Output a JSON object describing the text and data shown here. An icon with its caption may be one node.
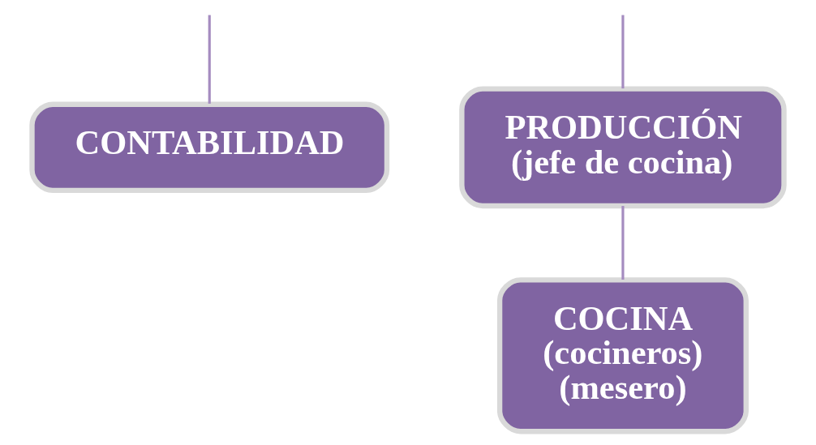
{
  "diagram": {
    "nodes": [
      {
        "text": [
          "CONTABILIDAD"
        ]
      },
      {
        "text": [
          "PRODUCCIÓN",
          "(jefe de cocina)"
        ]
      },
      {
        "text": [
          "COCINA",
          "(cocineros)",
          "(mesero)"
        ]
      }
    ],
    "edges": [
      {
        "from": null,
        "to": 0,
        "arrow": "none"
      },
      {
        "from": null,
        "to": 1,
        "arrow": "none"
      },
      {
        "from": 1,
        "to": 2,
        "arrow": "none"
      }
    ]
  }
}
